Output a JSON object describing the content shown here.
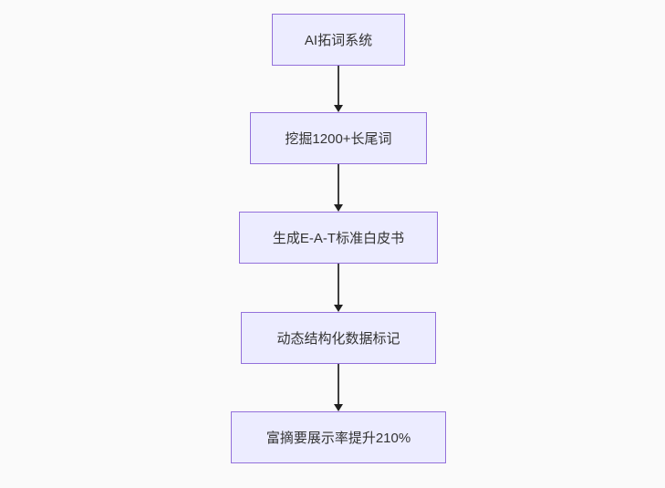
{
  "flowchart": {
    "type": "flowchart",
    "direction": "top-down",
    "colors": {
      "background": "#fafafa",
      "node_fill": "#ececff",
      "node_border": "#9370db",
      "text": "#333333",
      "arrow_line": "#3f3f3f",
      "arrow_head": "#1f1f1f"
    },
    "nodes": [
      "AI拓词系统",
      "挖掘1200+长尾词",
      "生成E-A-T标准白皮书",
      "动态结构化数据标记",
      "富摘要展示率提升210%"
    ],
    "edges": [
      {
        "from": 0,
        "to": 1
      },
      {
        "from": 1,
        "to": 2
      },
      {
        "from": 2,
        "to": 3
      },
      {
        "from": 3,
        "to": 4
      }
    ]
  }
}
